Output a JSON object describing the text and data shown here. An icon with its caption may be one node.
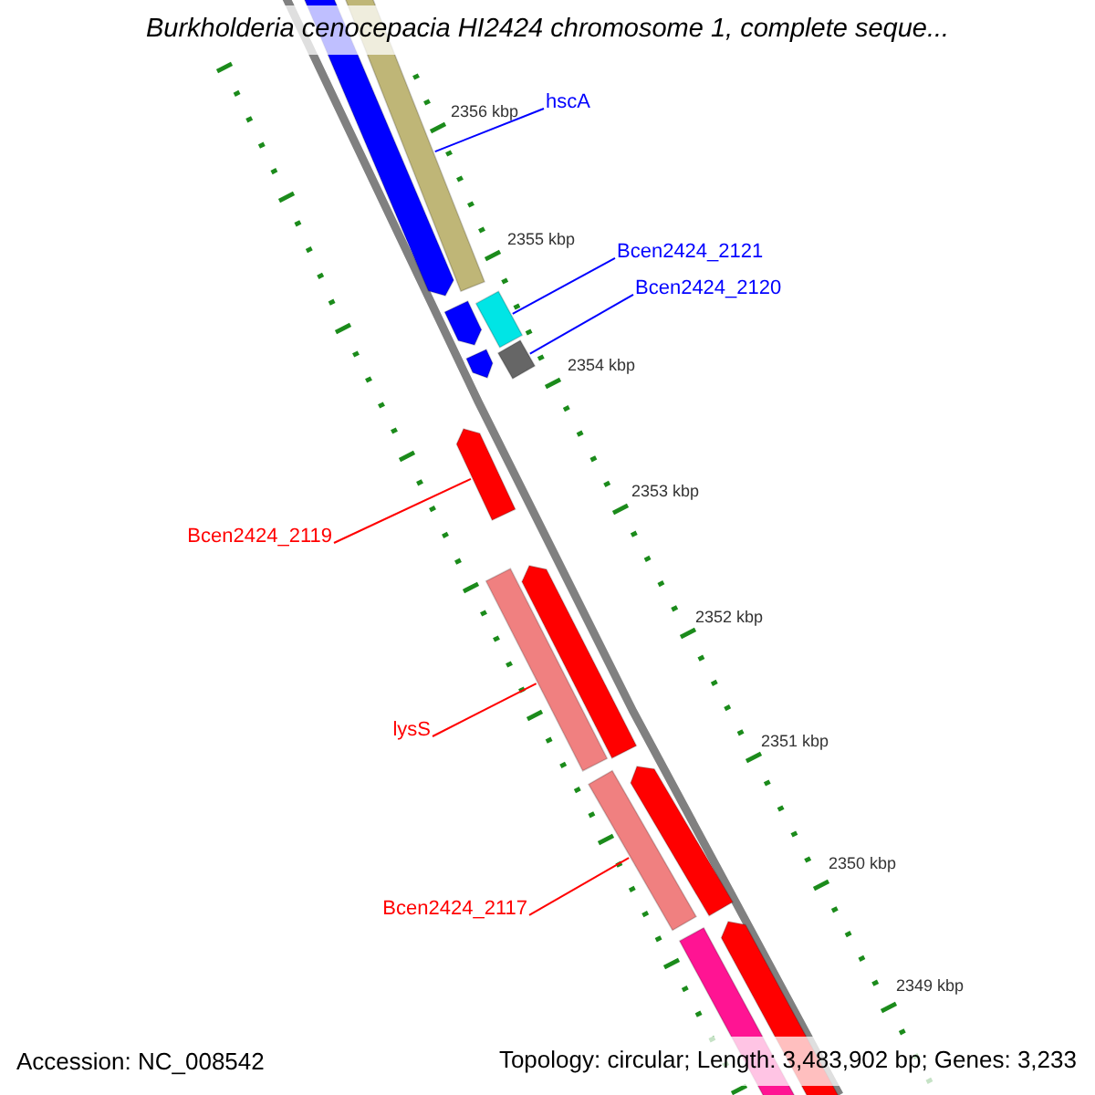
{
  "diagram": {
    "title": "Burkholderia cenocepacia HI2424 chromosome 1, complete seque...",
    "nodes": [
      {
        "text": [],
        "shape": "bar"
      },
      {
        "text": [],
        "shape": "bar"
      },
      {
        "text": [
          "hscA"
        ]
      },
      {
        "text": [
          "Bcen2424_2121"
        ]
      },
      {
        "text": [
          "Bcen2424_2120"
        ]
      },
      {
        "text": [],
        "shape": "bar"
      },
      {
        "text": [],
        "shape": "bar"
      },
      {
        "text": [],
        "shape": "bar"
      },
      {
        "text": [],
        "shape": "bar"
      },
      {
        "text": [],
        "shape": "bar"
      },
      {
        "text": [
          "Bcen2424_2119"
        ]
      },
      {
        "text": [],
        "shape": "bar"
      },
      {
        "text": [],
        "shape": "bar"
      },
      {
        "text": [
          "lysS"
        ]
      },
      {
        "text": [],
        "shape": "bar"
      },
      {
        "text": [],
        "shape": "bar"
      },
      {
        "text": [
          "Bcen2424_2117"
        ]
      },
      {
        "text": [],
        "shape": "bar"
      },
      {
        "text": [],
        "shape": "bar"
      }
    ],
    "edges": [
      {
        "from": 2,
        "to": 1,
        "arrow": "none",
        "color": "#0000ff"
      },
      {
        "from": 3,
        "to": 5,
        "arrow": "none",
        "color": "#0000ff"
      },
      {
        "from": 4,
        "to": 7,
        "arrow": "none",
        "color": "#0000ff"
      },
      {
        "from": 10,
        "to": 9,
        "arrow": "none",
        "color": "#ff0000"
      },
      {
        "from": 13,
        "to": 12,
        "arrow": "none",
        "color": "#ff0000"
      },
      {
        "from": 16,
        "to": 15,
        "arrow": "none",
        "color": "#ff0000"
      }
    ],
    "labels": [
      "2356 kbp",
      "2355 kbp",
      "2354 kbp",
      "2353 kbp",
      "2352 kbp",
      "2351 kbp",
      "2350 kbp",
      "2349 kbp",
      "Accession: NC_008542",
      "Topology: circular; Length: 3,483,902 bp; Genes: 3,233"
    ]
  }
}
